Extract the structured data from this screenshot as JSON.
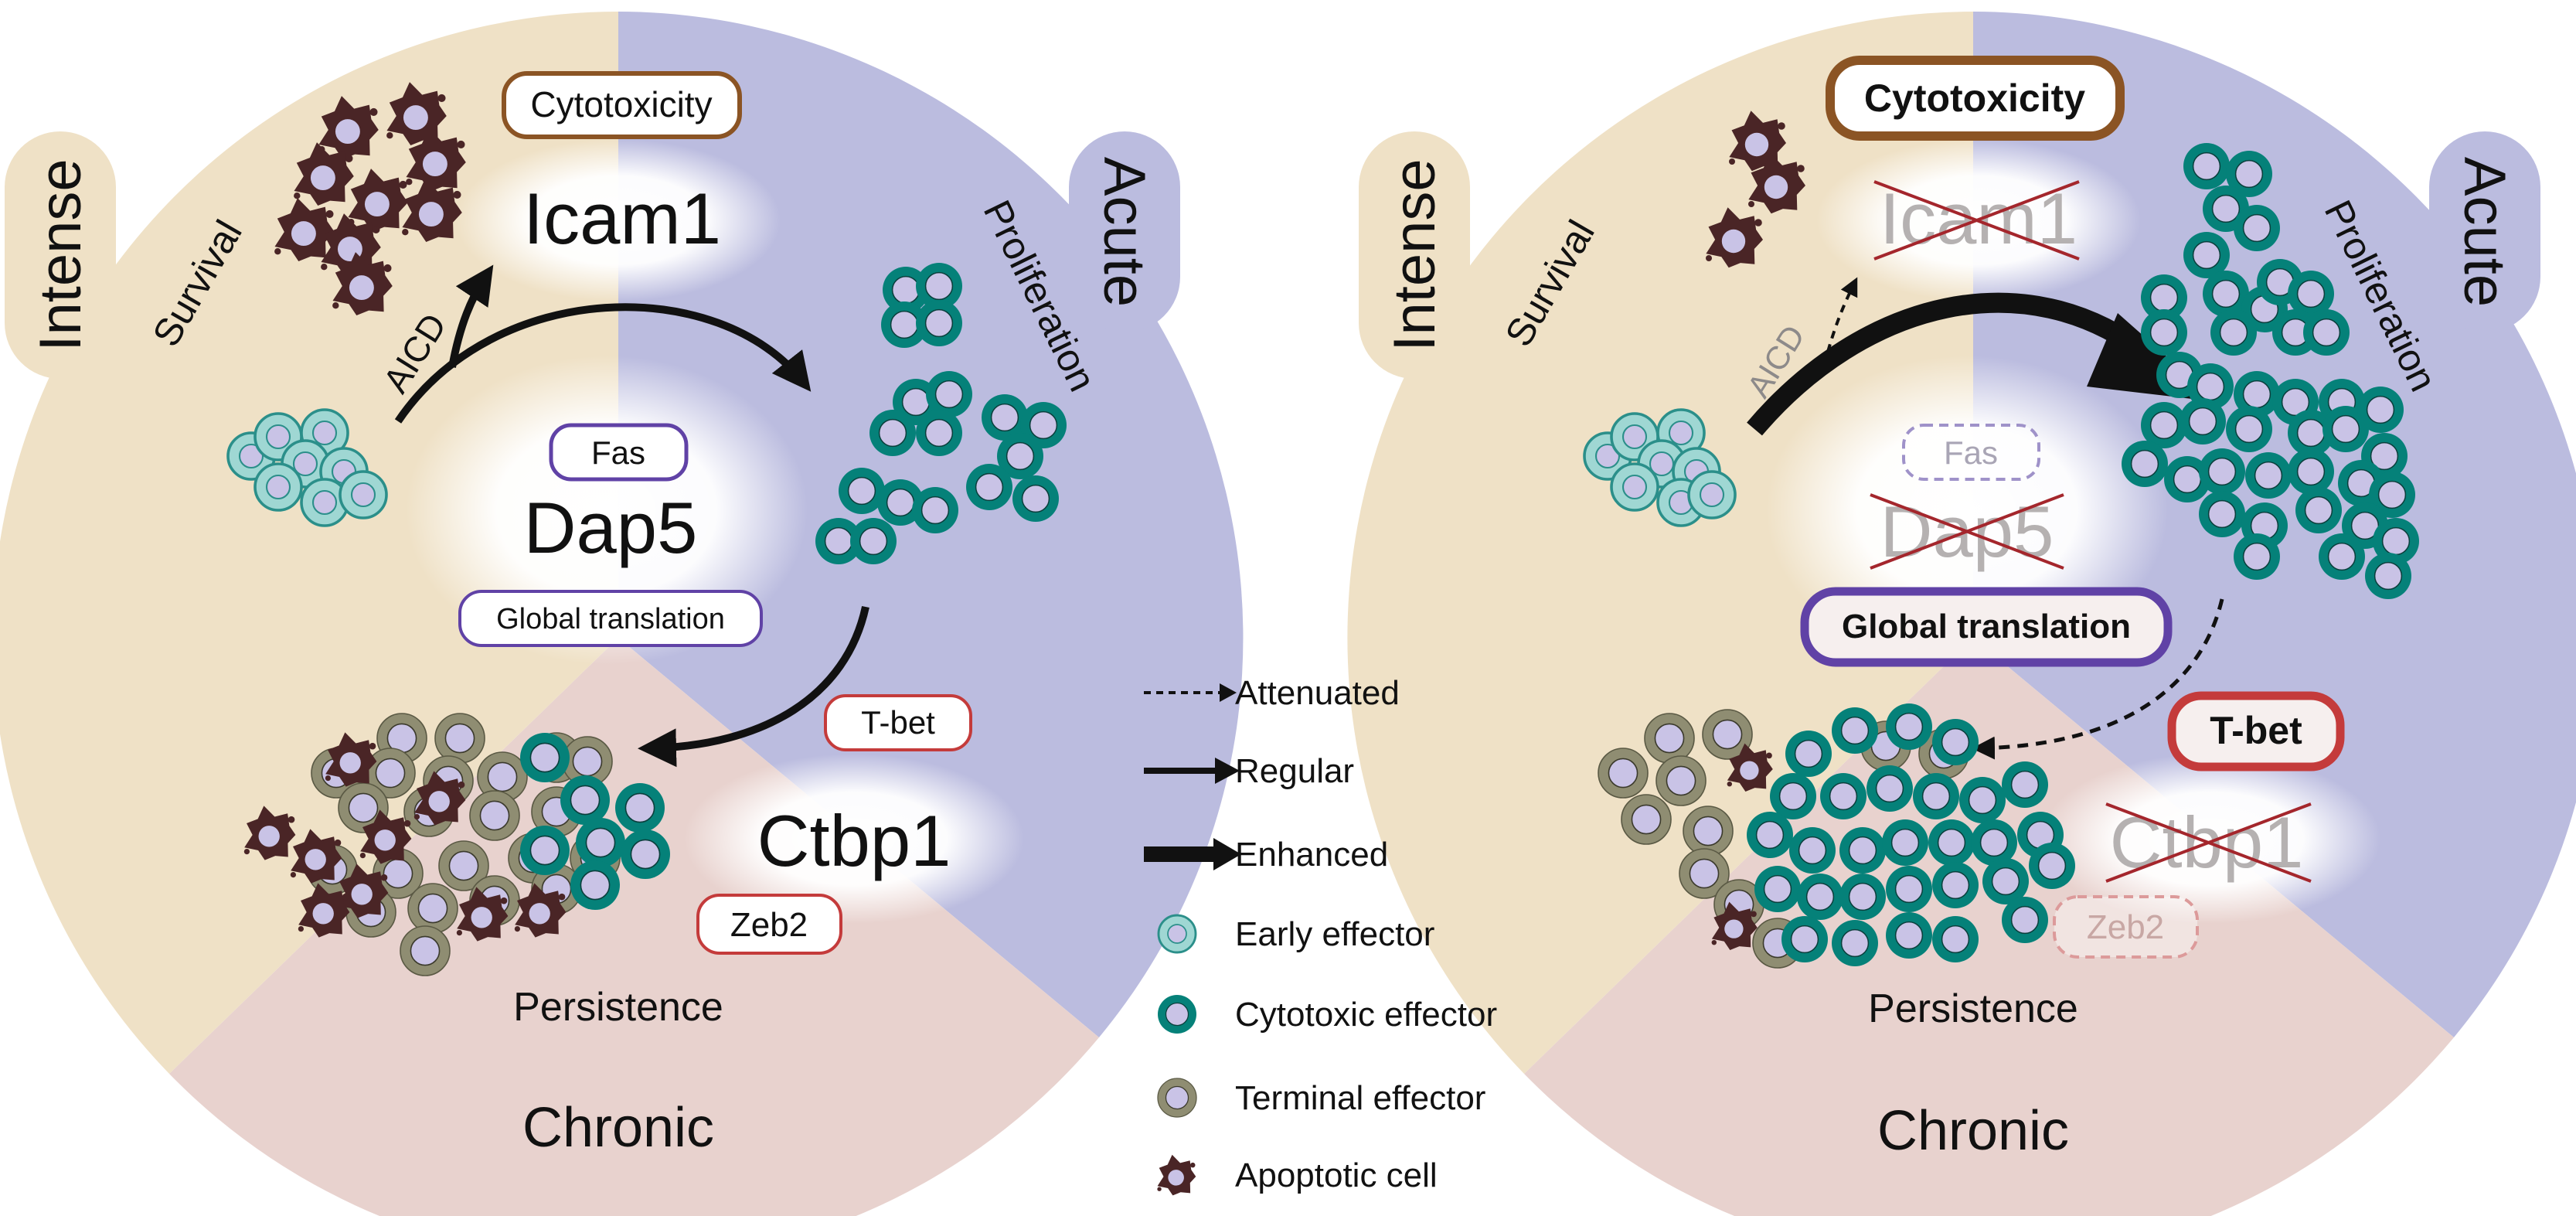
{
  "colors": {
    "intense": "#efe1c6",
    "acute": "#bbbcdf",
    "chronic": "#e8d2ce",
    "early_effector_fill": "#9fd7d3",
    "early_effector_stroke": "#2b8f8a",
    "cytotoxic_effector": "#058179",
    "terminal_effector": "#8f8d72",
    "cell_core": "#c9c3e6",
    "apoptotic": "#4a2526",
    "cytotoxicity_box": "#8b5424",
    "fas_box": "#6042a6",
    "tbet_box": "#c43b3b",
    "cross": "#a4262c"
  },
  "left_panel": {
    "conditions": {
      "intense": "Intense",
      "acute": "Acute",
      "chronic": "Chronic"
    },
    "phases": {
      "survival": "Survival",
      "proliferation": "Proliferation",
      "persistence": "Persistence"
    },
    "genes": {
      "icam1": "Icam1",
      "dap5": "Dap5",
      "ctbp1": "Ctbp1"
    },
    "tags": {
      "cytotoxicity": "Cytotoxicity",
      "fas": "Fas",
      "global_translation": "Global translation",
      "tbet": "T-bet",
      "zeb2": "Zeb2"
    },
    "aicd": "AICD"
  },
  "right_panel": {
    "conditions": {
      "intense": "Intense",
      "acute": "Acute",
      "chronic": "Chronic"
    },
    "phases": {
      "survival": "Survival",
      "proliferation": "Proliferation",
      "persistence": "Persistence"
    },
    "genes": {
      "icam1": "Icam1",
      "dap5": "Dap5",
      "ctbp1": "Ctbp1"
    },
    "tags": {
      "cytotoxicity": "Cytotoxicity",
      "fas": "Fas",
      "global_translation": "Global translation",
      "tbet": "T-bet",
      "zeb2": "Zeb2"
    },
    "aicd": "AICD"
  },
  "legend": {
    "attenuated": "Attenuated",
    "regular": "Regular",
    "enhanced": "Enhanced",
    "early_effector": "Early effector",
    "cytotoxic_effector": "Cytotoxic effector",
    "terminal_effector": "Terminal effector",
    "apoptotic_cell": "Apoptotic cell"
  }
}
